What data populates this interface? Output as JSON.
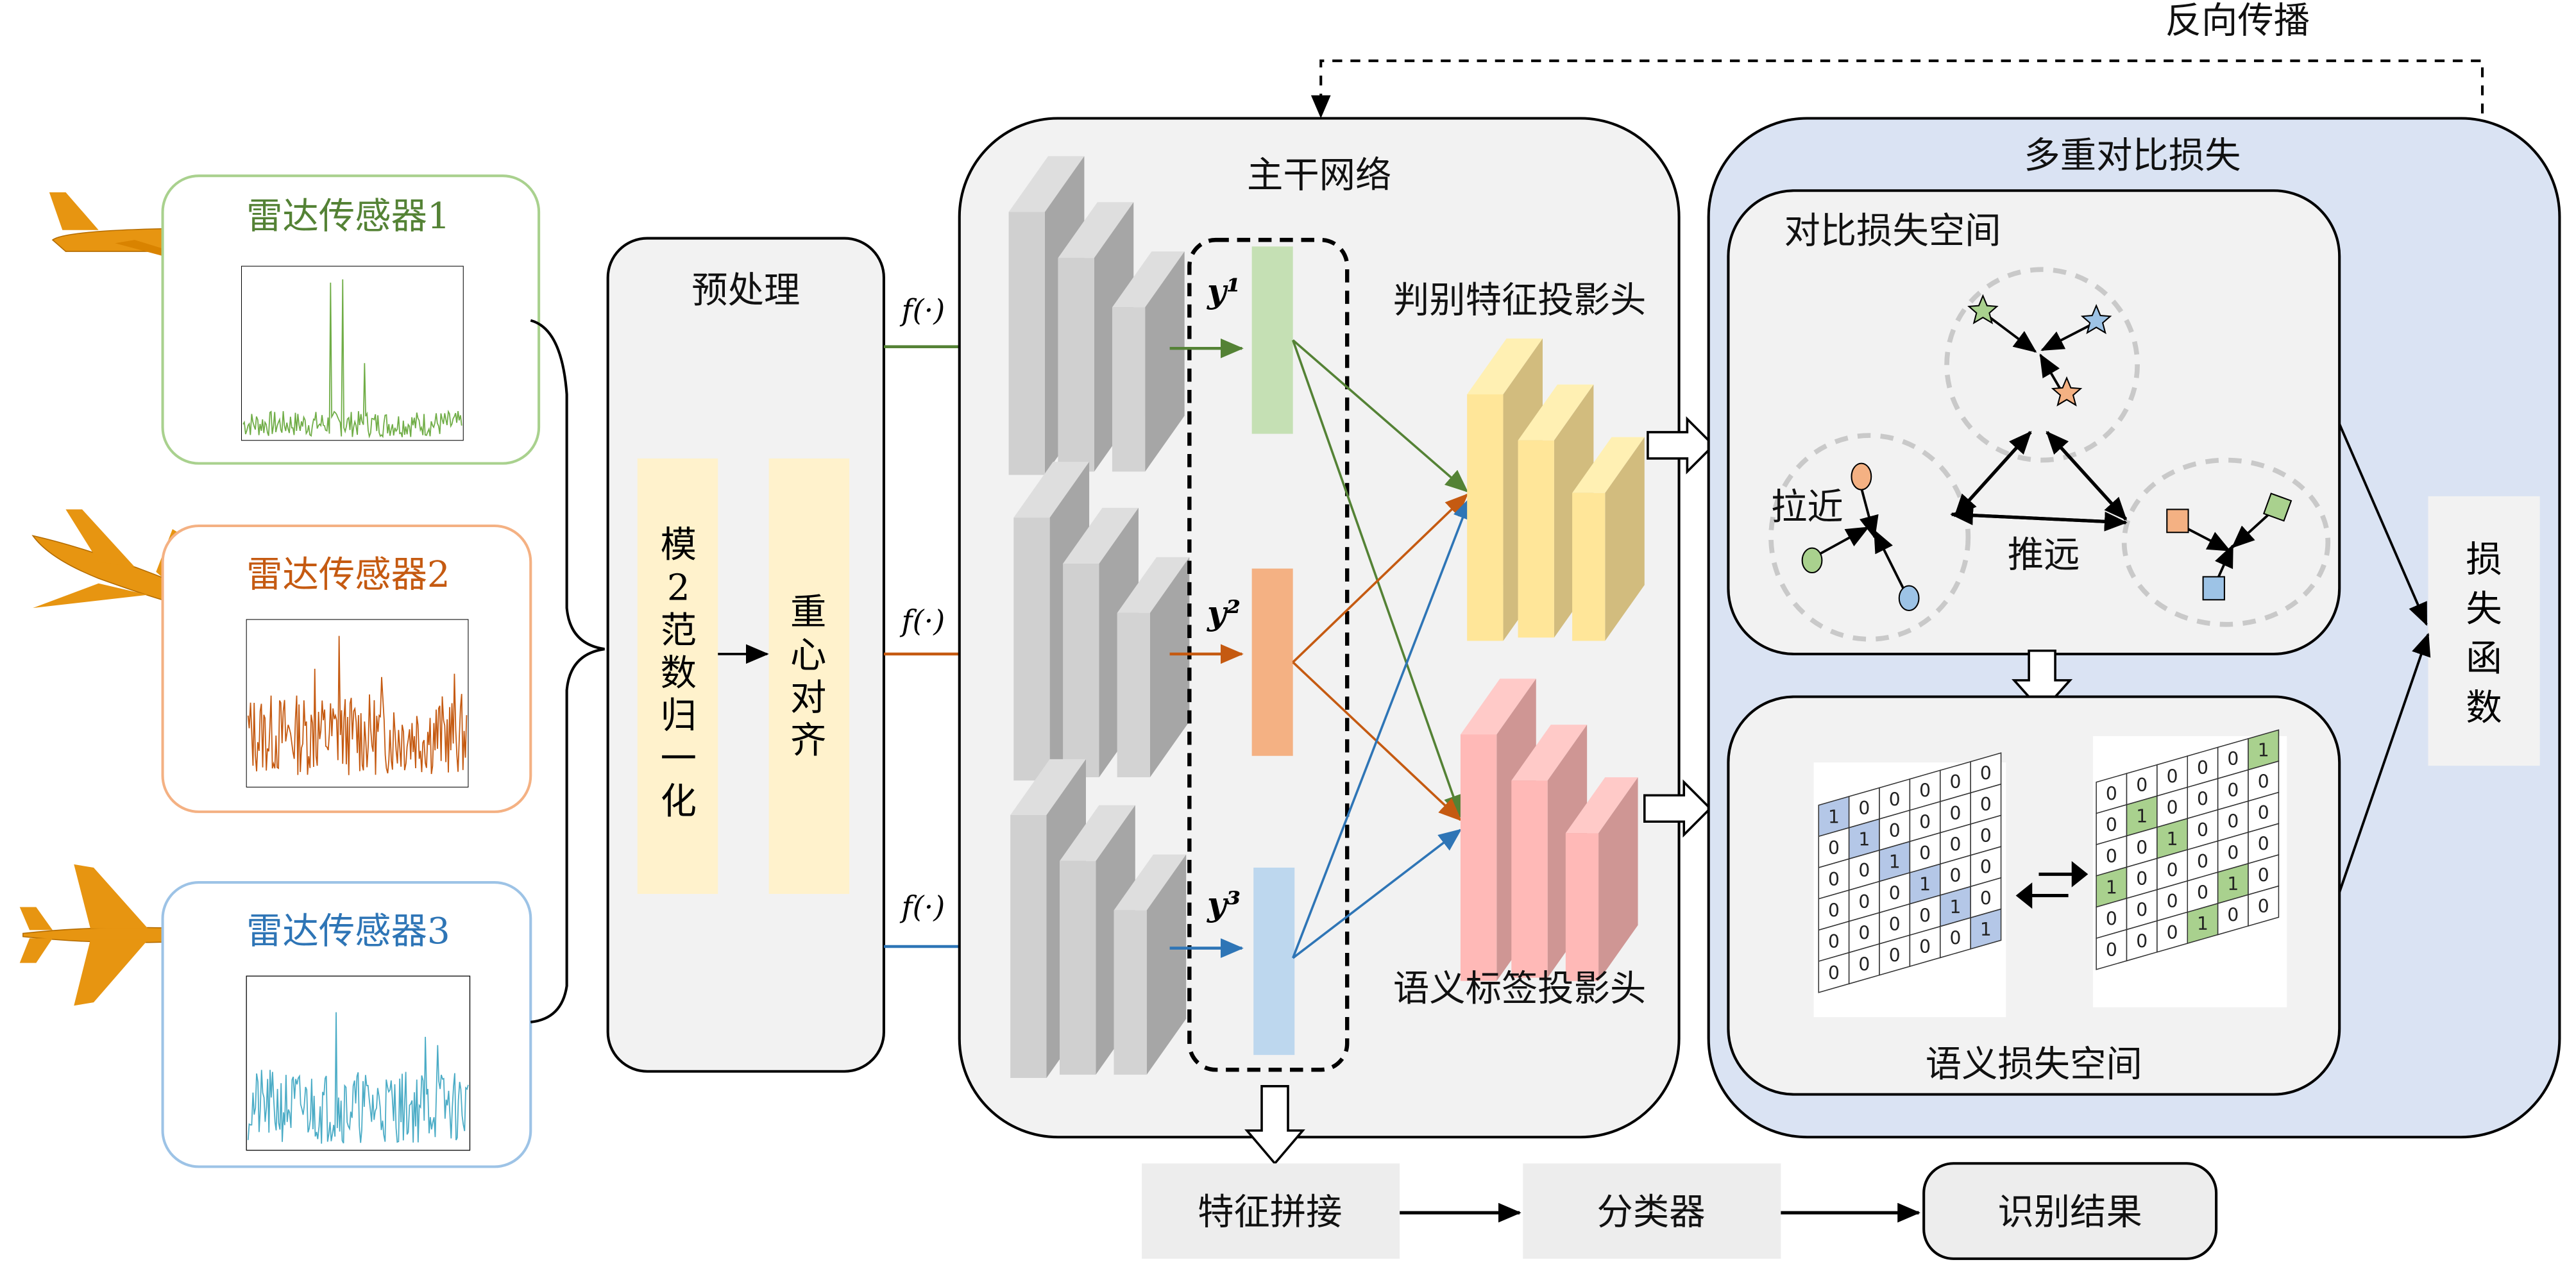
{
  "backprop_label": "反向传播",
  "sensors": [
    {
      "label": "雷达传感器1",
      "color": "#548235",
      "border": "#a9d18e",
      "signal": "#70ad47"
    },
    {
      "label": "雷达传感器2",
      "color": "#c55a11",
      "border": "#f4b183",
      "signal": "#c55a11"
    },
    {
      "label": "雷达传感器3",
      "color": "#2e75b6",
      "border": "#9dc3e6",
      "signal": "#4bacc6"
    }
  ],
  "preprocess": {
    "title": "预处理",
    "step1": [
      "模",
      "2",
      "范",
      "数",
      "归",
      "一",
      "化"
    ],
    "step2": [
      "重",
      "心",
      "对",
      "齐"
    ]
  },
  "mapping_label": "f(·)",
  "backbone": {
    "title": "主干网络",
    "features": [
      "y¹",
      "y²",
      "y³"
    ],
    "disc_head": "判别特征投影头",
    "sem_head": "语义标签投影头"
  },
  "loss": {
    "title": "多重对比损失",
    "contrast_space": "对比损失空间",
    "pull": "拉近",
    "push": "推远",
    "semantic_space": "语义损失空间",
    "loss_fn": [
      "损",
      "失",
      "函",
      "数"
    ],
    "matrix_a": [
      [
        1,
        0,
        0,
        0,
        0,
        0
      ],
      [
        0,
        1,
        0,
        0,
        0,
        0
      ],
      [
        0,
        0,
        1,
        0,
        0,
        0
      ],
      [
        0,
        0,
        0,
        1,
        0,
        0
      ],
      [
        0,
        0,
        0,
        0,
        1,
        0
      ],
      [
        0,
        0,
        0,
        0,
        0,
        1
      ]
    ],
    "matrix_b": [
      [
        0,
        0,
        0,
        0,
        0,
        1
      ],
      [
        0,
        1,
        0,
        0,
        0,
        0
      ],
      [
        0,
        0,
        1,
        0,
        0,
        0
      ],
      [
        1,
        0,
        0,
        0,
        0,
        0
      ],
      [
        0,
        0,
        0,
        0,
        1,
        0
      ],
      [
        0,
        0,
        0,
        1,
        0,
        0
      ]
    ],
    "matrix_a_color": "#b4c7e7",
    "matrix_b_color": "#a9d18e"
  },
  "bottom": {
    "concat": "特征拼接",
    "classifier": "分类器",
    "result": "识别结果"
  },
  "colors": {
    "green": "#548235",
    "orange": "#c55a11",
    "blue": "#2e75b6",
    "panel_gray": "#f2f2f2",
    "loss_bg": "#dae3f3",
    "yellow_block": "#fff2cc"
  }
}
